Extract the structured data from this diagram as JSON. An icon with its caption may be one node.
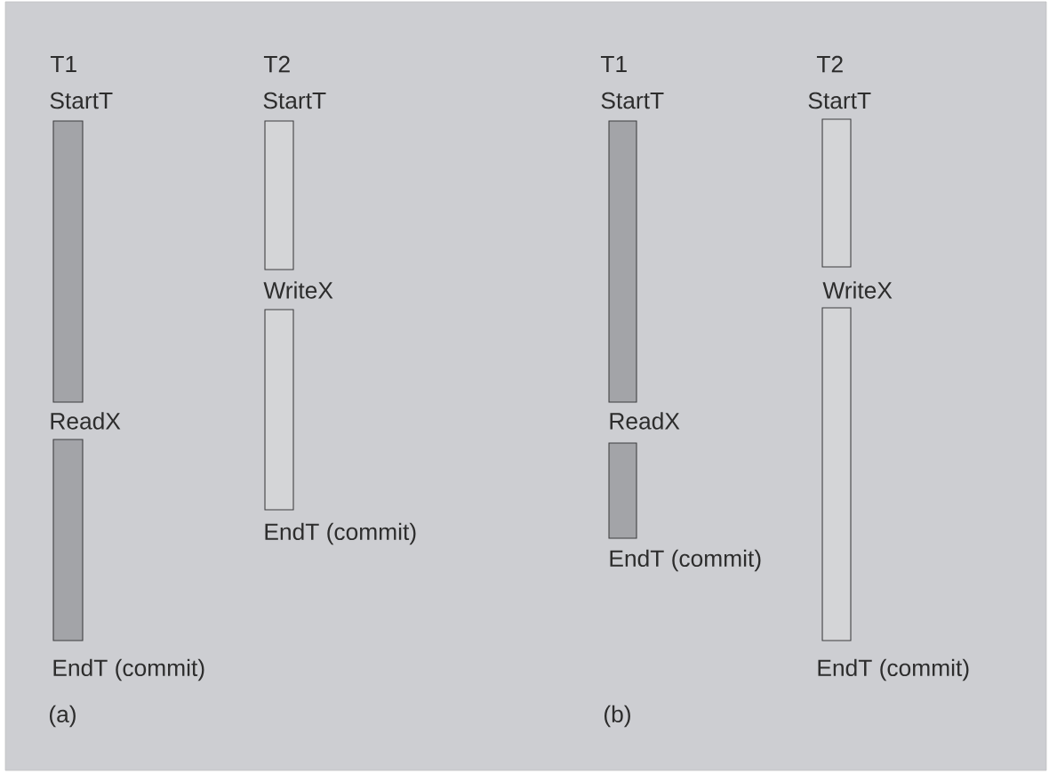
{
  "diagram": {
    "nodes": [
      {
        "text": [],
        "shape": "bar"
      },
      {
        "text": [],
        "shape": "bar"
      },
      {
        "text": [],
        "shape": "bar"
      },
      {
        "text": [],
        "shape": "bar"
      },
      {
        "text": [],
        "shape": "bar"
      },
      {
        "text": [],
        "shape": "bar"
      },
      {
        "text": [],
        "shape": "bar"
      },
      {
        "text": [],
        "shape": "bar"
      }
    ],
    "labels": [
      "T1",
      "StartT",
      "ReadX",
      "EndT (commit)",
      "T2",
      "StartT",
      "WriteX",
      "EndT (commit)",
      "(a)",
      "T1",
      "StartT",
      "ReadX",
      "EndT (commit)",
      "T2",
      "StartT",
      "WriteX",
      "EndT (commit)",
      "(b)"
    ]
  }
}
